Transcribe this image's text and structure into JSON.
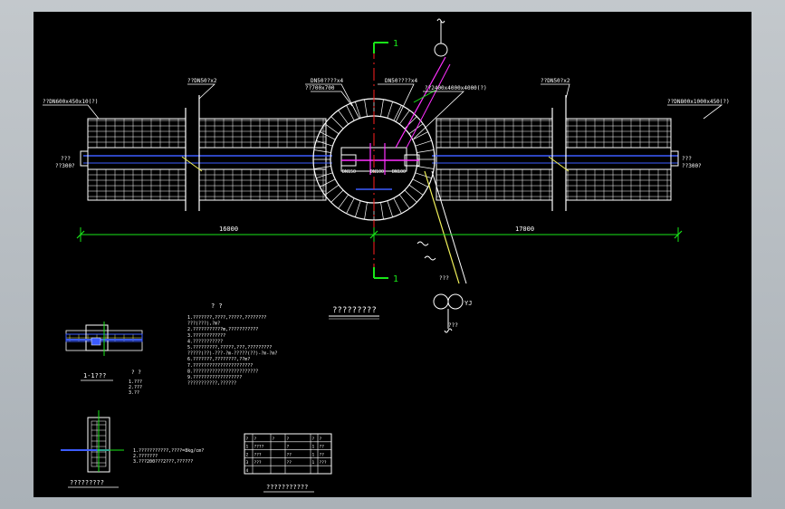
{
  "drawing": {
    "plan": {
      "dim_left": "16000",
      "dim_right": "17000",
      "left_pipe_label": "??DN600x450x10(?)",
      "right_pipe_label": "??DN800x1000x450(?)",
      "top_left_label": "??DN50?x2",
      "top_right_label": "??DN50?x2",
      "well_label": "??700x700",
      "valve_label_1": "DN50????x4",
      "valve_label_2": "DN50????x4",
      "flow_label": "??2400x4000x4000(?)",
      "section_mark_top": "1",
      "section_mark_bottom": "1",
      "left_end_label_1": "???",
      "left_end_label_2": "??300?",
      "right_end_label_1": "???",
      "right_end_label_2": "??300?",
      "inner_labels": [
        "DN150",
        "DN100",
        "DN100"
      ],
      "pipe_line_labels": [
        "???",
        "???"
      ],
      "equipment_label": "YJ",
      "plan_title": "?????????"
    },
    "notes": {
      "title": "? ?",
      "lines": [
        "1.???????,????,?????,????????",
        "  ???(???),?m?",
        "2.???????????m,???????????",
        "3.????????????",
        "4.???????????",
        "5.?????????,?????,???,?????????",
        "  ?????(??)-???-?m-?????(??)-?m-?m?",
        "6.???????,????????,??m?",
        "7.??????????????????????",
        "8.????????????????????????",
        "9.??????????????????",
        "  ???????????,??????"
      ]
    },
    "section": {
      "title": "1-1???",
      "notes_title": "? ?",
      "notes": [
        "1.???",
        "2.???",
        "3.??"
      ]
    },
    "detail": {
      "title": "?????????",
      "notes": [
        "1.???????????,????=8kg/cm?",
        "2.???????",
        "3.???200???2???,??????"
      ]
    },
    "table": {
      "title": "???????????",
      "header": [
        "?",
        "?",
        "?",
        "?",
        "?",
        "?"
      ],
      "rows": [
        [
          "1",
          "????",
          "",
          "?",
          "1",
          "??"
        ],
        [
          "2",
          "???",
          "",
          "??",
          "1",
          "??"
        ],
        [
          "3",
          "???",
          "",
          "??",
          "1",
          "???"
        ],
        [
          "4",
          "",
          "",
          "",
          "",
          ""
        ]
      ]
    }
  },
  "colors": {
    "background": "#000000",
    "line": "#ffffff",
    "green": "#19e619",
    "yellow": "#f2f25a",
    "blue": "#3c5cff",
    "red": "#ff2020",
    "magenta": "#ff30ff",
    "cyan": "#30e0ff"
  }
}
